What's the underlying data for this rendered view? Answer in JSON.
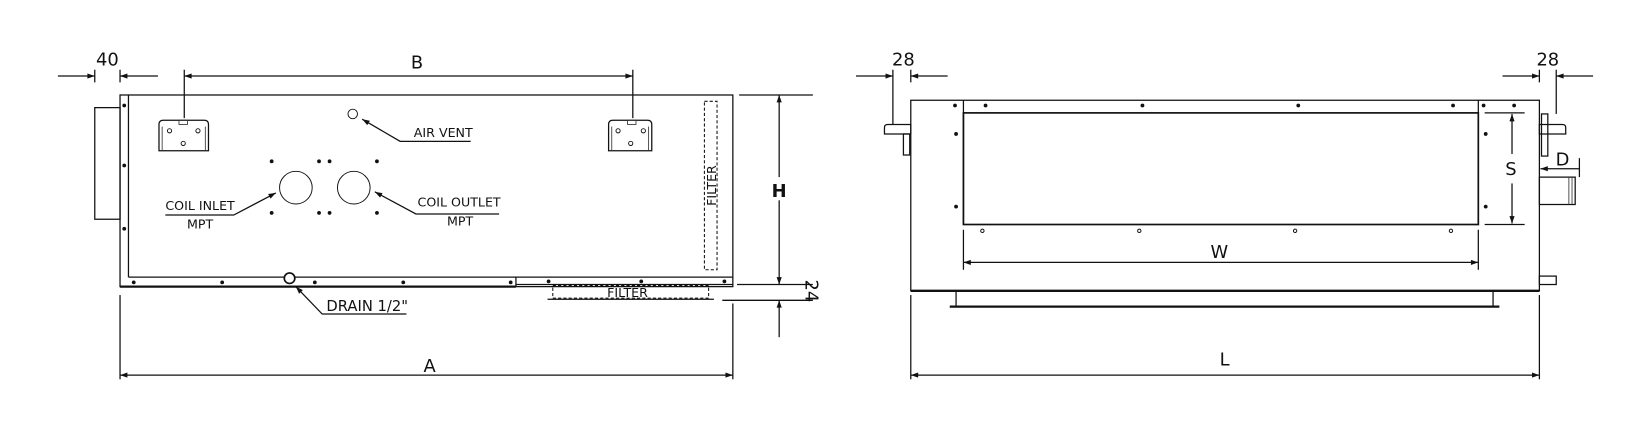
{
  "side_view": {
    "dim_40": "40",
    "dim_B": "B",
    "dim_H": "H",
    "dim_24": "24",
    "dim_A": "A",
    "air_vent": "AIR VENT",
    "coil_inlet": "COIL INLET",
    "coil_inlet_thread": "MPT",
    "coil_outlet": "COIL OUTLET",
    "coil_outlet_thread": "MPT",
    "drain": "DRAIN 1/2\"",
    "filter_vertical": "FILTER",
    "filter_bottom": "FILTER"
  },
  "front_view": {
    "dim_28_left": "28",
    "dim_28_right": "28",
    "dim_S": "S",
    "dim_D": "D",
    "dim_W": "W",
    "dim_L": "L"
  }
}
